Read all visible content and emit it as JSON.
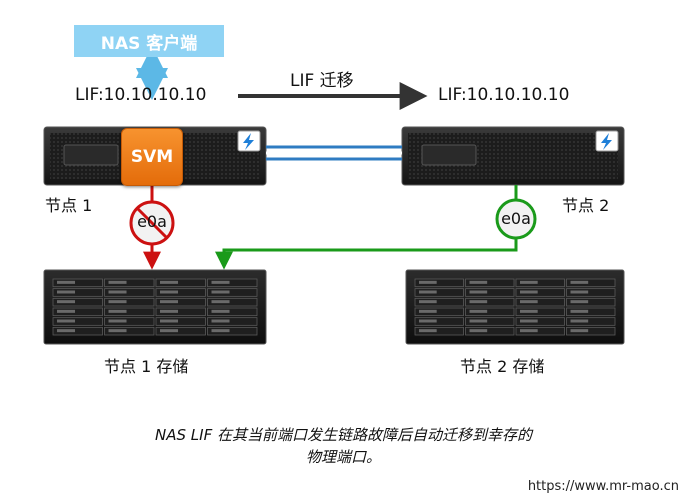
{
  "client": {
    "label": "NAS 客户端"
  },
  "lif": {
    "left_label": "LIF:10.10.10.10",
    "migration_label": "LIF 迁移",
    "right_label": "LIF:10.10.10.10"
  },
  "svm": {
    "label": "SVM"
  },
  "nodes": [
    {
      "label": "节点 1",
      "port_label": "e0a",
      "port_status": "failed"
    },
    {
      "label": "节点 2",
      "port_label": "e0a",
      "port_status": "active"
    }
  ],
  "storage": [
    {
      "label": "节点 1 存储"
    },
    {
      "label": "节点 2 存储"
    }
  ],
  "caption": {
    "line1": "NAS LIF 在其当前端口发生链路故障后自动迁移到幸存的",
    "line2": "物理端口。"
  },
  "watermark": "https://www.mr-mao.cn",
  "colors": {
    "client_bg": "#8fd3f4",
    "svm_orange": "#f07f1e",
    "fail_red": "#cc1111",
    "ok_green": "#1a9a1a",
    "interconnect_blue": "#2f7cc2",
    "lightning_blue": "#1e7fd8"
  }
}
